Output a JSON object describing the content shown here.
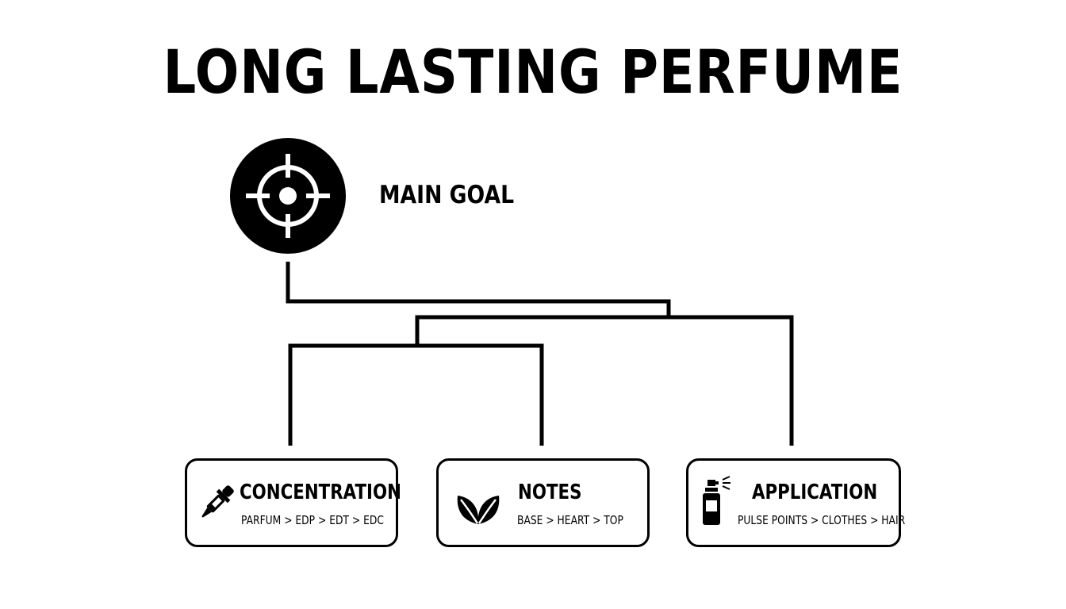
{
  "title": "LONG LASTING PERFUME",
  "goal": {
    "label": "MAIN GOAL",
    "icon": "crosshair-target-icon"
  },
  "colors": {
    "ink": "#000000",
    "background": "#ffffff"
  },
  "cards": [
    {
      "title": "CONCENTRATION",
      "subtitle": "PARFUM > EDP > EDT > EDC",
      "icon": "dropper-icon"
    },
    {
      "title": "NOTES",
      "subtitle": "BASE > HEART > TOP",
      "icon": "leaves-icon"
    },
    {
      "title": "APPLICATION",
      "subtitle": "PULSE POINTS > CLOTHES > HAIR",
      "icon": "spray-bottle-icon"
    }
  ]
}
